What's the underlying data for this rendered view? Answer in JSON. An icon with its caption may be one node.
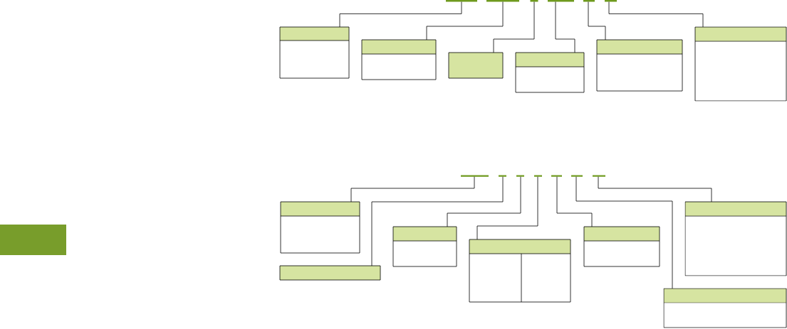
{
  "diagram": {
    "nodes": [
      {
        "text": [],
        "shape": "bar"
      },
      {
        "text": [],
        "shape": "bar"
      },
      {
        "text": [],
        "shape": "bar"
      },
      {
        "text": [],
        "shape": "bar"
      },
      {
        "text": [],
        "shape": "bar"
      },
      {
        "text": [],
        "shape": "bar"
      },
      {
        "text": [],
        "shape": "box"
      },
      {
        "text": [],
        "shape": "box"
      },
      {
        "text": [],
        "shape": "box"
      },
      {
        "text": [],
        "shape": "box"
      },
      {
        "text": [],
        "shape": "box"
      },
      {
        "text": [],
        "shape": "box"
      },
      {
        "text": [],
        "shape": "bar"
      },
      {
        "text": [],
        "shape": "bar"
      },
      {
        "text": [],
        "shape": "bar"
      },
      {
        "text": [],
        "shape": "bar"
      },
      {
        "text": [],
        "shape": "bar"
      },
      {
        "text": [],
        "shape": "bar"
      },
      {
        "text": [],
        "shape": "bar"
      },
      {
        "text": [],
        "shape": "box"
      },
      {
        "text": [],
        "shape": "box"
      },
      {
        "text": [],
        "shape": "box"
      },
      {
        "text": [],
        "shape": "box"
      },
      {
        "text": [],
        "shape": "box"
      },
      {
        "text": [],
        "shape": "box"
      },
      {
        "text": [],
        "shape": "box"
      },
      {
        "text": [],
        "shape": "box"
      }
    ],
    "edges": [
      {
        "from": 0,
        "to": 6,
        "arrow": "none"
      },
      {
        "from": 1,
        "to": 7,
        "arrow": "none"
      },
      {
        "from": 2,
        "to": 8,
        "arrow": "none"
      },
      {
        "from": 3,
        "to": 9,
        "arrow": "none"
      },
      {
        "from": 4,
        "to": 10,
        "arrow": "none"
      },
      {
        "from": 5,
        "to": 11,
        "arrow": "none"
      },
      {
        "from": 12,
        "to": 19,
        "arrow": "none"
      },
      {
        "from": 13,
        "to": 20,
        "arrow": "none"
      },
      {
        "from": 14,
        "to": 21,
        "arrow": "none"
      },
      {
        "from": 15,
        "to": 22,
        "arrow": "none"
      },
      {
        "from": 16,
        "to": 23,
        "arrow": "none"
      },
      {
        "from": 17,
        "to": 25,
        "arrow": "none"
      },
      {
        "from": 18,
        "to": 24,
        "arrow": "none"
      }
    ]
  }
}
